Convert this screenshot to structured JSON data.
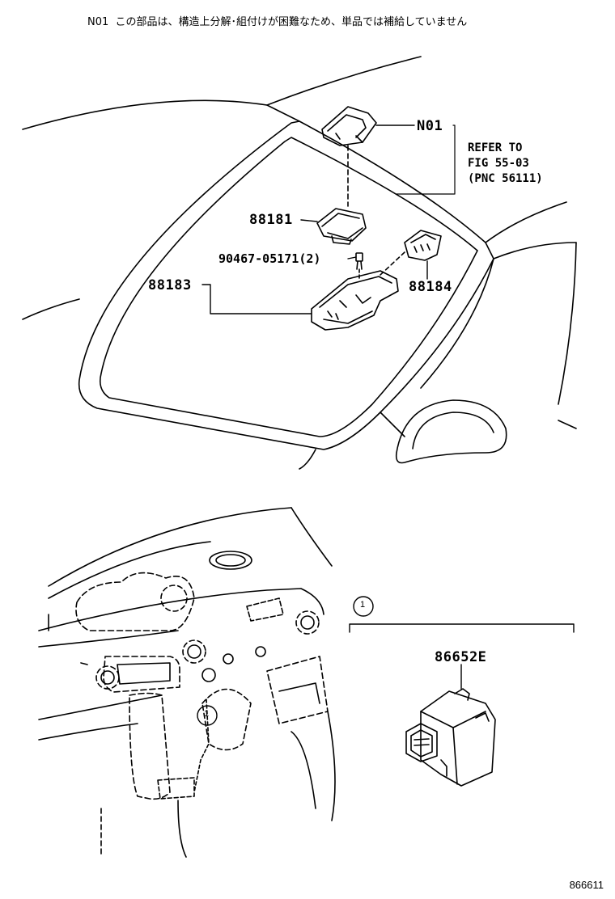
{
  "note": {
    "code": "N01",
    "text": "この部品は、構造上分解･組付けが困難なため、単品では補給していません"
  },
  "callouts": {
    "n01": "N01",
    "p88181": "88181",
    "p90467": "90467-05171(2)",
    "p88183": "88183",
    "p88184": "88184",
    "p86652e": "86652E"
  },
  "reference": {
    "line1": "REFER TO",
    "line2": "FIG 55-03",
    "line3": "(PNC 56111)"
  },
  "circle_marker": "1",
  "figure_number": "866611"
}
